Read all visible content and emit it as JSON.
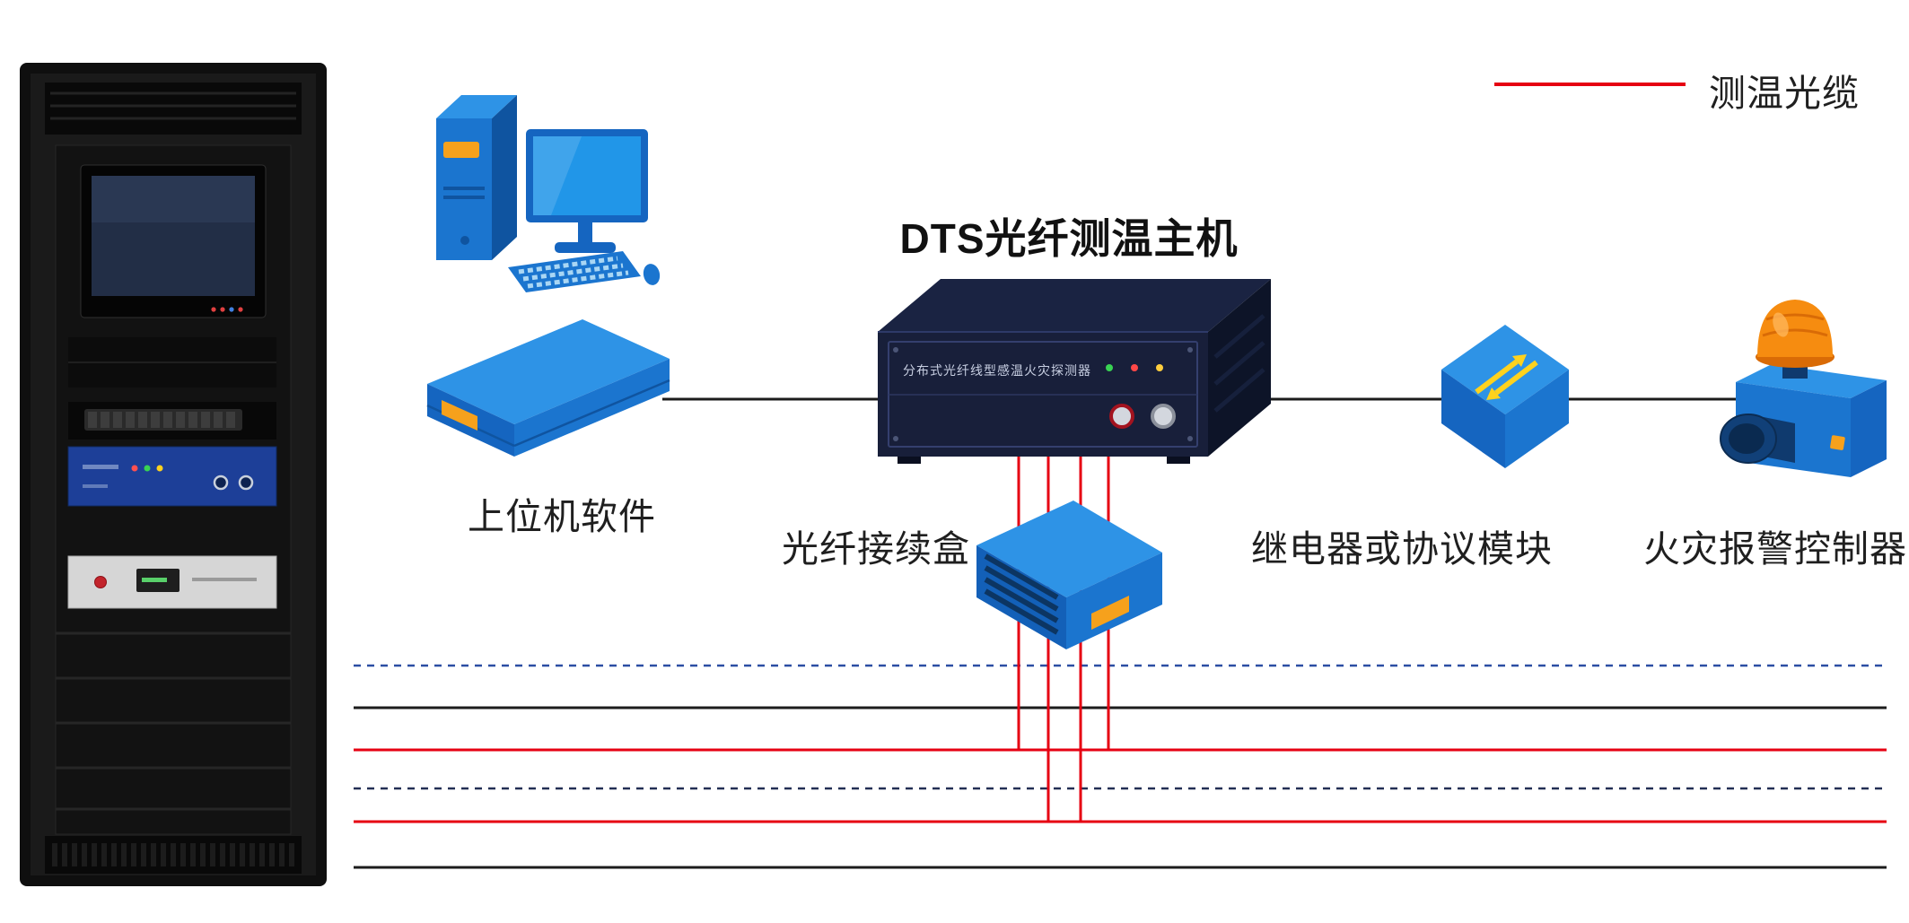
{
  "legend": {
    "label": "测温光缆",
    "line_color": "#e60012"
  },
  "labels": {
    "dts_host": "DTS光纤测温主机",
    "host_software": "上位机软件",
    "splice_box": "光纤接续盒",
    "relay_module": "继电器或协议模块",
    "fire_alarm": "火灾报警控制器"
  },
  "dts": {
    "panel_text": "分布式光纤线型感温火灾探测器"
  },
  "colors": {
    "cable_red": "#e60012",
    "cable_black": "#1c1c1c",
    "cable_dashed_blue": "#2b4ea3",
    "cable_dashed_navy": "#232f55",
    "device_blue": "#1b75cf",
    "device_blue_light": "#2e93e6",
    "device_blue_dark": "#1565c0",
    "accent_orange": "#f6a11c",
    "dts_navy": "#181f3a"
  },
  "cables": [
    {
      "name": "dashed-blue-1",
      "style": "dashed",
      "color": "#2b4ea3"
    },
    {
      "name": "solid-black-1",
      "style": "solid",
      "color": "#1c1c1c"
    },
    {
      "name": "solid-red-1",
      "style": "solid",
      "color": "#e60012"
    },
    {
      "name": "dashed-navy-2",
      "style": "dashed",
      "color": "#232f55"
    },
    {
      "name": "solid-red-2",
      "style": "solid",
      "color": "#e60012"
    },
    {
      "name": "solid-black-2",
      "style": "solid",
      "color": "#1c1c1c"
    }
  ]
}
